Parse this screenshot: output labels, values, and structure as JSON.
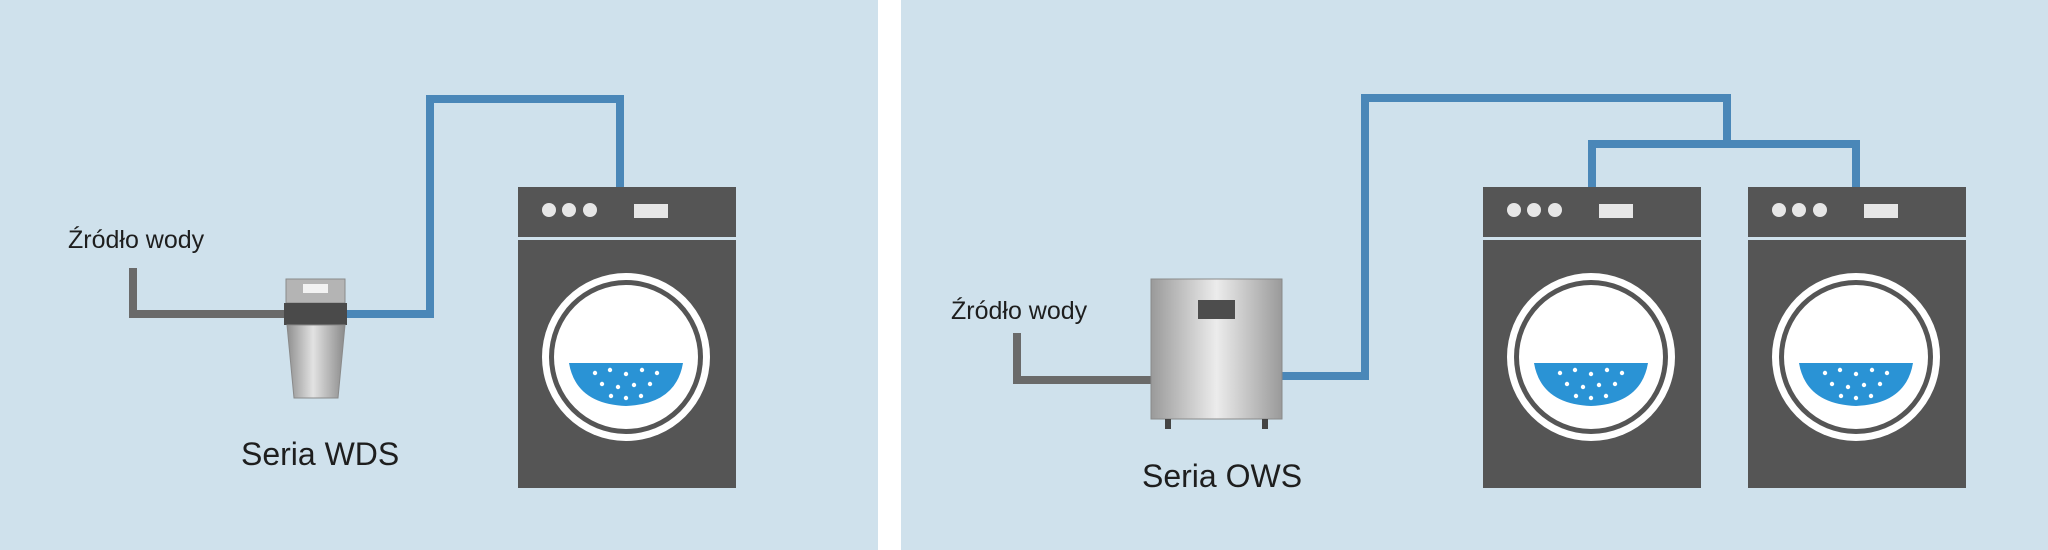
{
  "left_panel": {
    "source_label": "Źródło wody",
    "series_label": "Seria WDS"
  },
  "right_panel": {
    "source_label": "Źródło wody",
    "series_label": "Seria OWS"
  },
  "colors": {
    "background": "#cfe1ec",
    "treated_water_pipe": "#4a87b8",
    "source_pipe": "#6a6a6a",
    "machine_body": "#555555",
    "water": "#2a93d5"
  }
}
